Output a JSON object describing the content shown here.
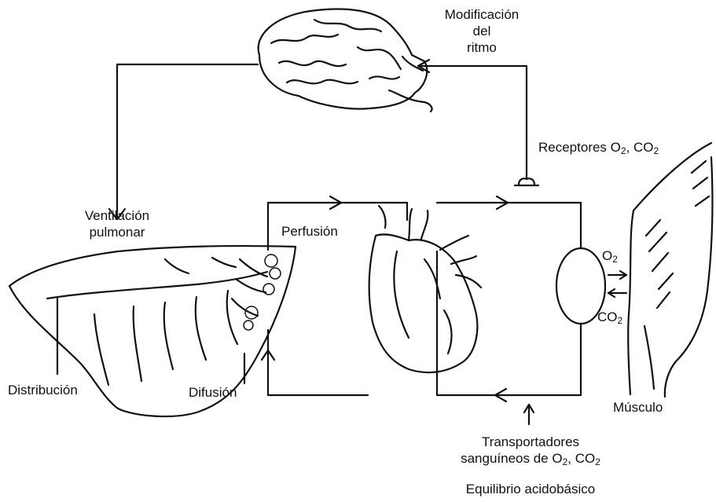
{
  "labels": {
    "rhythm": [
      "Modificación",
      "del",
      "ritmo"
    ],
    "receptors": {
      "text": "Receptores O",
      "sub1": "2",
      "mid": ", CO",
      "sub2": "2"
    },
    "ventilation": [
      "Ventilación",
      "pulmonar"
    ],
    "perfusion": "Perfusión",
    "distribution": "Distribución",
    "diffusion": "Difusión",
    "o2": {
      "text": "O",
      "sub": "2"
    },
    "co2": {
      "text": "CO",
      "sub": "2"
    },
    "muscle": "Músculo",
    "transporters_line1": "Transportadores",
    "transporters_line2": {
      "text": "sanguíneos de O",
      "sub1": "2",
      "mid": ", CO",
      "sub2": "2"
    },
    "acid_base": "Equilibrio acidobásico"
  },
  "icons": [
    "brain-illustration",
    "lung-illustration",
    "heart-illustration",
    "muscle-illustration"
  ]
}
